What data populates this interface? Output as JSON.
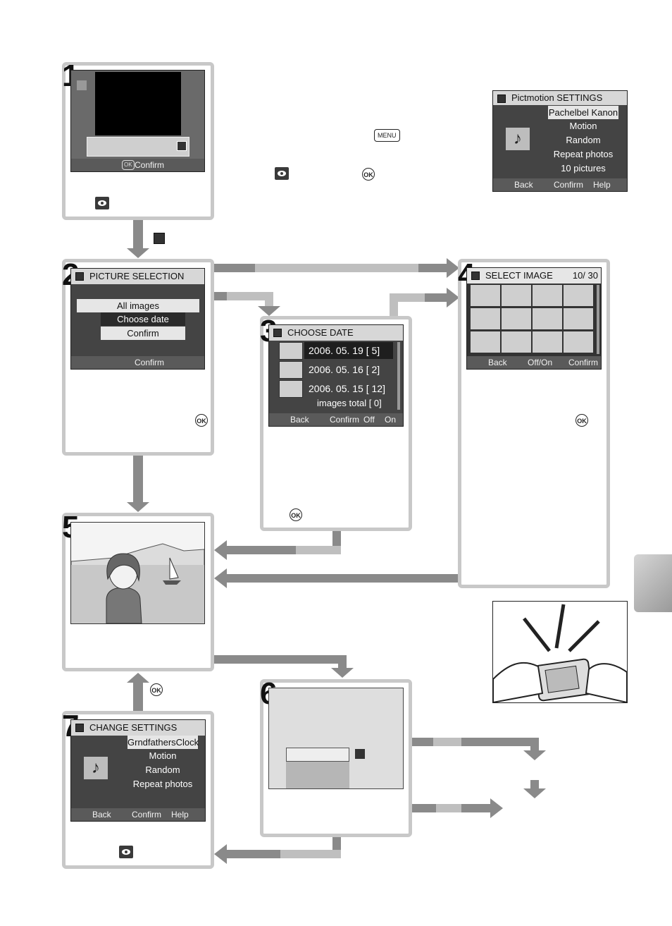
{
  "common": {
    "ok_key": "OK",
    "menu_key": "MENU",
    "footer_back": "Back",
    "footer_confirm": "Confirm",
    "footer_help": "Help"
  },
  "step1": {
    "number": "1",
    "footer": "Confirm"
  },
  "pictmotion_settings": {
    "title": "Pictmotion SETTINGS",
    "options": [
      "Pachelbel Kanon",
      "Motion",
      "Random",
      "Repeat photos",
      "10 pictures"
    ]
  },
  "step2": {
    "number": "2",
    "title": "PICTURE SELECTION",
    "options": [
      "All images",
      "Choose date",
      "Confirm"
    ],
    "footer": "Confirm"
  },
  "step3": {
    "number": "3",
    "title": "CHOOSE DATE",
    "dates": [
      "2006. 05. 19 [    5]",
      "2006. 05. 16 [    2]",
      "2006. 05. 15 [   12]"
    ],
    "total": "images total [    0]",
    "footer_offon": "Off",
    "footer_on": "On"
  },
  "step4": {
    "number": "4",
    "title": "SELECT IMAGE",
    "counter": "10/   30",
    "footer_offon": "Off/On"
  },
  "step5": {
    "number": "5"
  },
  "step6": {
    "number": "6"
  },
  "step7": {
    "number": "7",
    "title": "CHANGE SETTINGS",
    "options": [
      "GrndfathersClock",
      "Motion",
      "Random",
      "Repeat photos"
    ]
  },
  "colors": {
    "panel_border": "#c8c8c8",
    "arrow_dark": "#8a8a8a",
    "arrow_light": "#bfbfbf",
    "lcd_bg": "#444444"
  }
}
